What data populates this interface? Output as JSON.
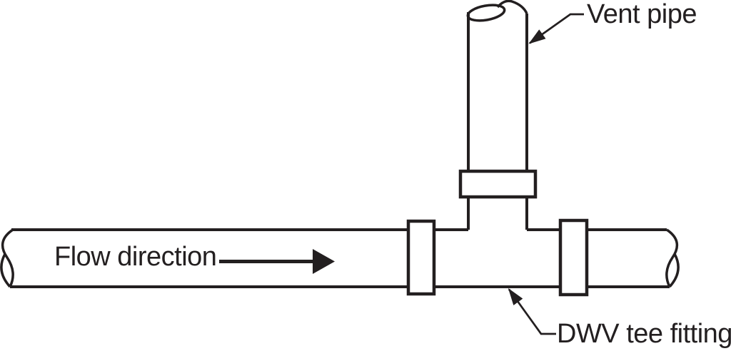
{
  "figure": {
    "ink_color": "#231f20",
    "paper_color": "#ffffff",
    "labels": {
      "vent_pipe": "Vent pipe",
      "flow_direction": "Flow direction",
      "dwv_tee_fitting": "DWV tee fitting"
    },
    "icons": {
      "flow_arrow": "right-arrow",
      "leader_arrowhead": "pointer-arrowhead",
      "pipe_break_left": "broken-pipe-end",
      "pipe_break_right": "broken-pipe-end",
      "pipe_break_top": "broken-pipe-open-end"
    }
  }
}
